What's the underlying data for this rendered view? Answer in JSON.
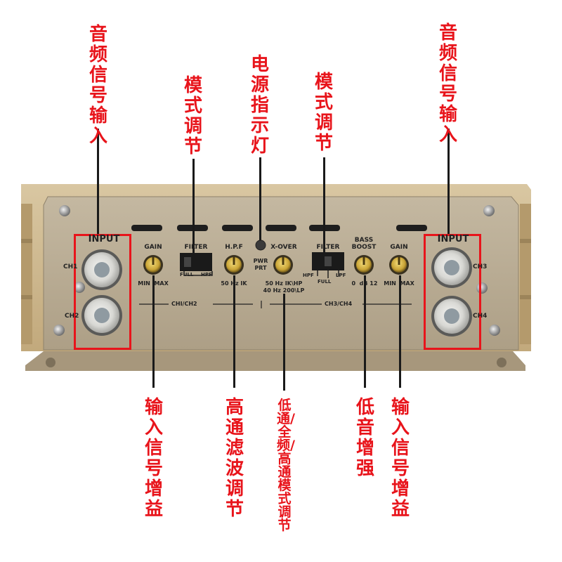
{
  "callouts": {
    "audio_input_left": "音频信号输入",
    "mode_adjust_left": "模式调节",
    "power_indicator": "电源指示灯",
    "mode_adjust_right": "模式调节",
    "audio_input_right": "音频信号输入",
    "gain_left": "输入信号增益",
    "hpf_adjust": "高通滤波调节",
    "crossover_mode": "低通/全频/高通模式调节",
    "bass_boost": "低音增强",
    "gain_right": "输入信号增益"
  },
  "panel": {
    "input_left": "INPUT",
    "input_right": "INPUT",
    "ch1": "CH1",
    "ch2": "CH2",
    "ch3": "CH3",
    "ch4": "CH4",
    "gain_left": "GAIN",
    "gain_left_scale": "MIN  MAX",
    "filter_left": "FILTER",
    "filter_left_full": "FULL",
    "filter_left_hpf": "HPF",
    "hpf": "H.P.F",
    "hpf_scale": "50 Hz IK",
    "pwr": "PWR",
    "prt": "PRT",
    "xover": "X-OVER",
    "xover_scale_1": "50 Hz IK\\HP",
    "xover_scale_2": "40 Hz 200\\LP",
    "filter_right": "FILTER",
    "filter_right_hpf": "HPF",
    "filter_right_full": "FULL",
    "filter_right_lpf": "LPF",
    "bass_boost_1": "BASS",
    "bass_boost_2": "BOOST",
    "bass_scale": "0  dB 12",
    "gain_right": "GAIN",
    "gain_right_scale": "MIN  MAX",
    "group_left": "CHI/CH2",
    "group_right": "CH3/CH4"
  },
  "colors": {
    "callout": "#e8141b",
    "panel": "#b9ac94",
    "heatsink": "#cbb58e"
  }
}
